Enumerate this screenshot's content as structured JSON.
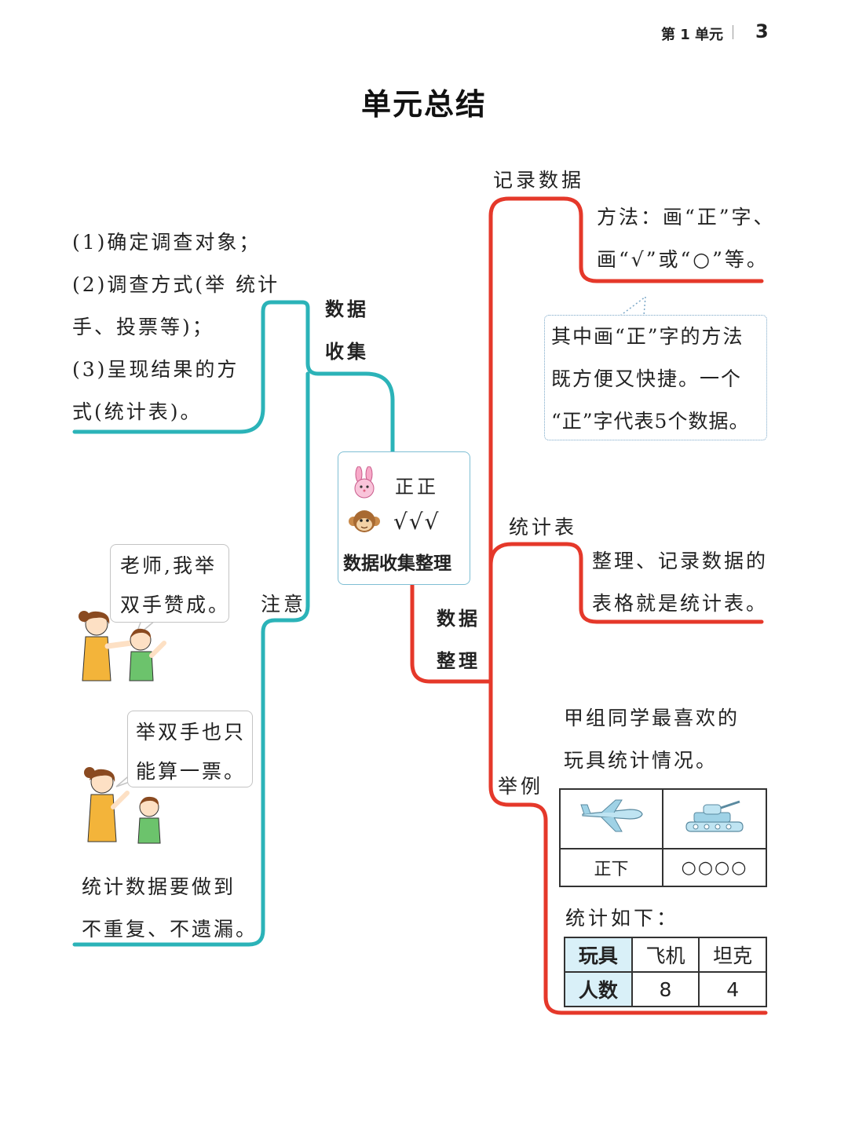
{
  "header": {
    "unit": "第 1 单元",
    "page": "3"
  },
  "title": "单元总结",
  "center": {
    "tally_zheng": "正正",
    "tally_check": "√√√",
    "label": "数据收集整理"
  },
  "left": {
    "branch_collect": [
      "数据",
      "收集"
    ],
    "collect_steps": [
      "(1)确定调查对象；",
      "(2)调查方式(举  统计",
      "手、投票等)；",
      "(3)呈现结果的方",
      "式(统计表)。"
    ],
    "branch_note": "注意",
    "bubble1": [
      "老师,我举",
      "双手赞成。"
    ],
    "bubble2": [
      "举双手也只",
      "能算一票。"
    ],
    "note_text": [
      "统计数据要做到",
      "不重复、不遗漏。"
    ]
  },
  "right": {
    "branch_organize": [
      "数据",
      "整理"
    ],
    "record_label": "记录数据",
    "record_text": [
      "方法：画“正”字、",
      "画“√”或“○”等。"
    ],
    "record_tip": [
      "其中画“正”字的方法",
      "既方便又快捷。一个",
      "“正”字代表5个数据。"
    ],
    "table_label": "统计表",
    "table_text": [
      "整理、记录数据的",
      "表格就是统计表。"
    ],
    "example_label": "举例",
    "example_text": [
      "甲组同学最喜欢的",
      "玩具统计情况。"
    ],
    "tally_table": {
      "plane_mark": "正下",
      "tank_mark": "○○○○"
    },
    "summary_caption": "统计如下：",
    "summary_table": {
      "header": [
        "玩具",
        "飞机",
        "坦克"
      ],
      "row_label": "人数",
      "values": [
        "8",
        "4"
      ]
    }
  },
  "colors": {
    "teal": "#2bb3b8",
    "red": "#e5382a"
  }
}
